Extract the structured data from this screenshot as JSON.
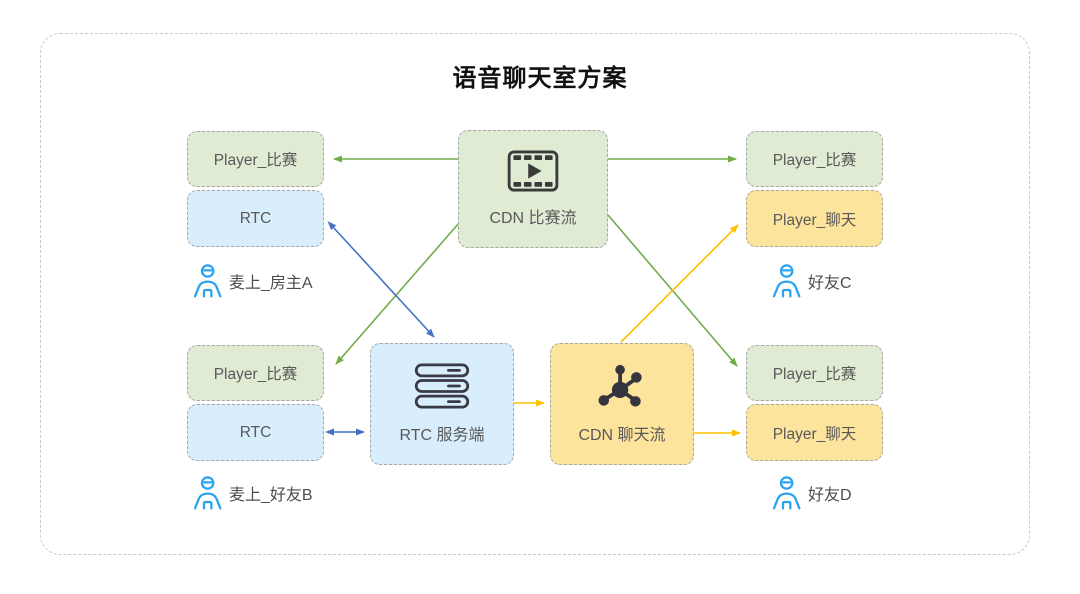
{
  "title": "语音聊天室方案",
  "groups": {
    "host_a": {
      "user": "麦上_房主A",
      "boxes": [
        {
          "label": "Player_比赛"
        },
        {
          "label": "RTC"
        }
      ]
    },
    "friend_b": {
      "user": "麦上_好友B",
      "boxes": [
        {
          "label": "Player_比赛"
        },
        {
          "label": "RTC"
        }
      ]
    },
    "friend_c": {
      "user": "好友C",
      "boxes": [
        {
          "label": "Player_比赛"
        },
        {
          "label": "Player_聊天"
        }
      ]
    },
    "friend_d": {
      "user": "好友D",
      "boxes": [
        {
          "label": "Player_比赛"
        },
        {
          "label": "Player_聊天"
        }
      ]
    }
  },
  "servers": {
    "cdn_match": {
      "label": "CDN 比赛流",
      "icon": "film-icon"
    },
    "rtc_server": {
      "label": "RTC 服务端",
      "icon": "server-icon"
    },
    "cdn_chat": {
      "label": "CDN 聊天流",
      "icon": "network-icon"
    }
  },
  "edges": [
    {
      "from": "CDN 比赛流",
      "to": "Player_比赛 (麦上_房主A)",
      "color": "#70ad47",
      "bidirectional": false
    },
    {
      "from": "CDN 比赛流",
      "to": "Player_比赛 (好友C)",
      "color": "#70ad47",
      "bidirectional": false
    },
    {
      "from": "CDN 比赛流",
      "to": "Player_比赛 (麦上_好友B)",
      "color": "#70ad47",
      "bidirectional": false
    },
    {
      "from": "CDN 比赛流",
      "to": "Player_比赛 (好友D)",
      "color": "#70ad47",
      "bidirectional": false
    },
    {
      "from": "RTC (麦上_房主A)",
      "to": "RTC 服务端",
      "color": "#4472c4",
      "bidirectional": true
    },
    {
      "from": "RTC (麦上_好友B)",
      "to": "RTC 服务端",
      "color": "#4472c4",
      "bidirectional": true
    },
    {
      "from": "RTC 服务端",
      "to": "CDN 聊天流",
      "color": "#ffc000",
      "bidirectional": false
    },
    {
      "from": "CDN 聊天流",
      "to": "Player_聊天 (好友C)",
      "color": "#ffc000",
      "bidirectional": false
    },
    {
      "from": "CDN 聊天流",
      "to": "Player_聊天 (好友D)",
      "color": "#ffc000",
      "bidirectional": false
    }
  ],
  "colors": {
    "green_fill": "#e0ebd3",
    "blue_fill": "#d8eefc",
    "yellow_fill": "#fce49c",
    "green_arrow": "#70ad47",
    "blue_arrow": "#4472c4",
    "yellow_arrow": "#ffc000",
    "person_icon": "#29a3ef",
    "box_text": "#595959",
    "box_border": "#a6a6a6",
    "frame_border": "#c9c9c9"
  }
}
